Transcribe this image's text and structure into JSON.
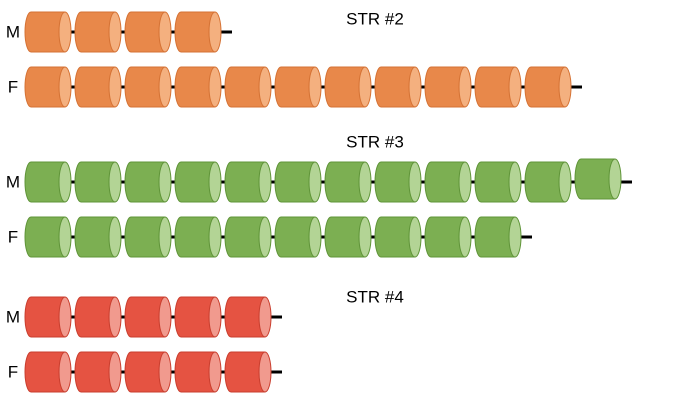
{
  "groups": [
    {
      "title": "STR #2",
      "color_main": "#E8884A",
      "color_face": "#F4B07F",
      "color_stroke": "#D57234",
      "rows": [
        {
          "label": "M",
          "repeats": 4
        },
        {
          "label": "F",
          "repeats": 11
        }
      ]
    },
    {
      "title": "STR #3",
      "color_main": "#7CAF52",
      "color_face": "#B3D495",
      "color_stroke": "#5F9438",
      "rows": [
        {
          "label": "M",
          "repeats": 12
        },
        {
          "label": "F",
          "repeats": 10
        }
      ]
    },
    {
      "title": "STR #4",
      "color_main": "#E55342",
      "color_face": "#F19A8E",
      "color_stroke": "#C93E2E",
      "rows": [
        {
          "label": "M",
          "repeats": 5
        },
        {
          "label": "F",
          "repeats": 5
        }
      ]
    }
  ]
}
